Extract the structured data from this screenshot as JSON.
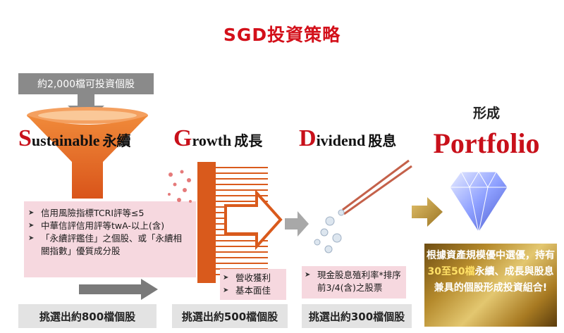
{
  "title": "SGD投資策略",
  "pool": {
    "label": "約2,000檔可投資個股"
  },
  "stages": [
    {
      "letter": "S",
      "rest": "ustainable",
      "cn": "永續",
      "criteria": [
        "信用風險指標TCRI評等≤5",
        "中華信評信用評等twA-以上(含)",
        "「永續評鑑佳」之個股、或「永續相關指數」優質成分股"
      ],
      "result": "挑選出約800檔個股"
    },
    {
      "letter": "G",
      "rest": "rowth",
      "cn": "成長",
      "criteria": [
        "營收獲利",
        "基本面佳"
      ],
      "result": "挑選出約500檔個股"
    },
    {
      "letter": "D",
      "rest": "ividend",
      "cn": "股息",
      "criteria": [
        "現金股息殖利率*排序前3/4(含)之股票"
      ],
      "result": "挑選出約300檔個股"
    }
  ],
  "portfolio": {
    "form_label": "形成",
    "title": "Portfolio",
    "desc_pre": "根據資產規模優中選優，持有",
    "desc_hl": "30至50檔",
    "desc_post": "永續、成長與股息兼具的個股形成投資組合!"
  },
  "colors": {
    "accent_red": "#c8101a",
    "funnel_orange": "#e8621e",
    "pink_box": "#f6d8df",
    "gold": "#c9a040"
  }
}
